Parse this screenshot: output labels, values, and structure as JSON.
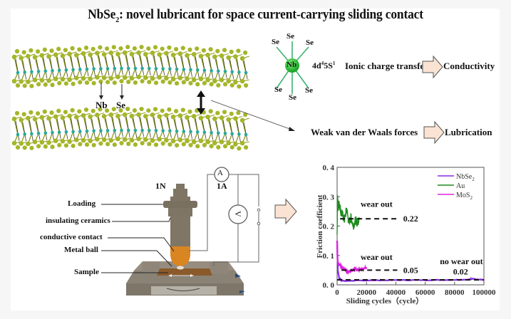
{
  "title": {
    "main": "NbSe",
    "sub": "2",
    "rest": ":  novel lubricant for space current-carrying sliding contact"
  },
  "structure": {
    "atom_labels": {
      "nb": "Nb",
      "se": "Se"
    },
    "colors": {
      "se": "#a4b62a",
      "nb": "#2aa89a",
      "bond": "#8c9a1c"
    }
  },
  "coordination": {
    "center": "Nb",
    "ligands": [
      "Se",
      "Se",
      "Se",
      "Se",
      "Se",
      "Se"
    ],
    "config": {
      "base": "4d",
      "sup1": "4",
      "mid": "5S",
      "sup2": "1"
    },
    "ligand_color": "#3cb371",
    "center_color": "#22bb33"
  },
  "mechanisms": [
    {
      "cause": "Ionic charge transfer",
      "effect": "Conductivity"
    },
    {
      "cause": "Weak van der Waals forces",
      "effect": "Lubrication"
    }
  ],
  "arrow_fill": "#fbe3d3",
  "tribometer": {
    "load_label": "1N",
    "current_label": "1A",
    "ammeter": "A",
    "voltmeter": "V",
    "parts": [
      "Loading",
      "insulating ceramics",
      "conductive contact",
      "Metal ball",
      "Sample"
    ]
  },
  "chart_data": {
    "type": "line",
    "title": "",
    "xlabel": "Sliding cycles（cycle）",
    "ylabel": "Friction coefficient",
    "xlim": [
      0,
      100000
    ],
    "ylim": [
      0,
      0.4
    ],
    "xticks": [
      "0",
      "20000",
      "40000",
      "60000",
      "80000",
      "100000"
    ],
    "yticks": [
      "0. 0",
      "0. 1",
      "0. 2",
      "0. 3",
      "0. 4"
    ],
    "legend_position": "top-right",
    "series": [
      {
        "name": "NbSe",
        "name_sub": "2",
        "color": "#8a2be2",
        "x": [
          0,
          500,
          1500,
          3000,
          6000,
          10000,
          20000,
          40000,
          60000,
          80000,
          90000,
          92000,
          95000,
          100000
        ],
        "y": [
          0.15,
          0.05,
          0.02,
          0.015,
          0.013,
          0.014,
          0.015,
          0.016,
          0.016,
          0.017,
          0.018,
          0.021,
          0.018,
          0.017
        ]
      },
      {
        "name": "Au",
        "name_sub": "",
        "color": "#1e8c1e",
        "x": [
          0,
          300,
          800,
          1500,
          2500,
          3500,
          5000,
          6500,
          8000,
          9500,
          11000,
          12500,
          14000,
          15000
        ],
        "y": [
          0.16,
          0.3,
          0.26,
          0.28,
          0.25,
          0.24,
          0.22,
          0.26,
          0.21,
          0.23,
          0.2,
          0.22,
          0.21,
          0.23
        ]
      },
      {
        "name": "MoS",
        "name_sub": "2",
        "color": "#e020e0",
        "x": [
          0,
          300,
          1000,
          2500,
          4000,
          6000,
          8000,
          10000,
          12000,
          14000,
          16000,
          18000,
          20000
        ],
        "y": [
          0.15,
          0.08,
          0.07,
          0.065,
          0.055,
          0.048,
          0.045,
          0.05,
          0.055,
          0.05,
          0.052,
          0.053,
          0.06
        ]
      }
    ],
    "annotations": [
      {
        "text": "wear out",
        "x": 16000,
        "y": 0.275
      },
      {
        "text": "0.22",
        "x": 45000,
        "y": 0.225,
        "dash_from": 2000,
        "dash_to": 41000
      },
      {
        "text": "wear out",
        "x": 16000,
        "y": 0.095
      },
      {
        "text": "0.05",
        "x": 45000,
        "y": 0.05,
        "dash_from": 3000,
        "dash_to": 41000
      },
      {
        "text": "no wear out",
        "x": 70000,
        "y": 0.08
      },
      {
        "text": "0.02",
        "x": 79000,
        "y": 0.045,
        "dash_from": 0,
        "dash_to": 100000,
        "dash_y": 0.017
      }
    ]
  }
}
